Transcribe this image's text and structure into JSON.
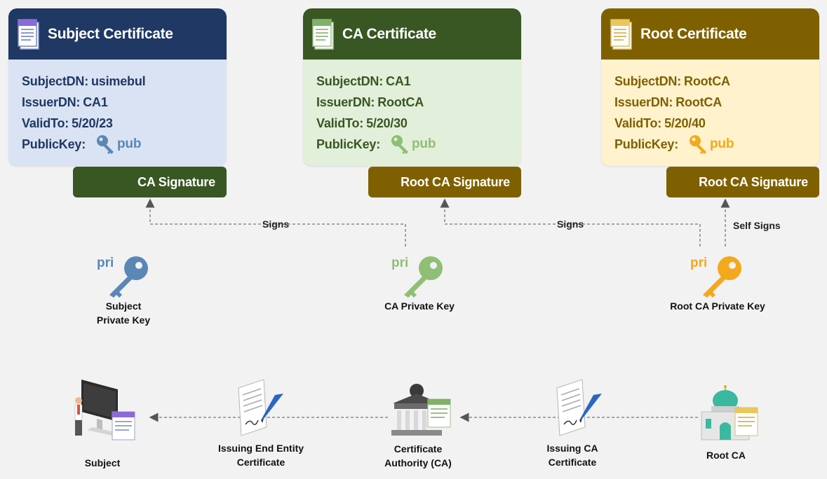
{
  "cards": [
    {
      "title": "Subject Certificate",
      "subject_dn_label": "SubjectDN:",
      "subject_dn": "usimebul",
      "issuer_dn_label": "IssuerDN:",
      "issuer_dn": "CA1",
      "valid_to_label": "ValidTo:",
      "valid_to": "5/20/23",
      "public_key_label": "PublicKey:",
      "pub_text": "pub",
      "signature": "CA Signature",
      "colors": {
        "header": "#1f3864",
        "body": "#dae3f3",
        "text": "#1f3864",
        "key": "#5b87b5",
        "sig": "#385723"
      }
    },
    {
      "title": "CA Certificate",
      "subject_dn_label": "SubjectDN:",
      "subject_dn": "CA1",
      "issuer_dn_label": "IssuerDN:",
      "issuer_dn": "RootCA",
      "valid_to_label": "ValidTo:",
      "valid_to": "5/20/30",
      "public_key_label": "PublicKey:",
      "pub_text": "pub",
      "signature": "Root CA Signature",
      "colors": {
        "header": "#385723",
        "body": "#e2efda",
        "text": "#385723",
        "key": "#8fbf74",
        "sig": "#7f6000"
      }
    },
    {
      "title": "Root Certificate",
      "subject_dn_label": "SubjectDN:",
      "subject_dn": "RootCA",
      "issuer_dn_label": "IssuerDN:",
      "issuer_dn": "RootCA",
      "valid_to_label": "ValidTo:",
      "valid_to": "5/20/40",
      "public_key_label": "PublicKey:",
      "pub_text": "pub",
      "signature": "Root CA Signature",
      "colors": {
        "header": "#7f6000",
        "body": "#fff2cc",
        "text": "#7f6000",
        "key": "#f4a81c",
        "sig": "#7f6000"
      }
    }
  ],
  "edge_labels": {
    "signs_1": "Signs",
    "signs_2": "Signs",
    "self_signs": "Self Signs"
  },
  "private_keys": [
    {
      "pri_text": "pri",
      "caption_line1": "Subject",
      "caption_line2": "Private Key",
      "color": "#5b87b5"
    },
    {
      "pri_text": "pri",
      "caption_line1": "CA Private Key",
      "color": "#8fbf74"
    },
    {
      "pri_text": "pri",
      "caption_line1": "Root CA Private Key",
      "color": "#f4a81c"
    }
  ],
  "flow": {
    "subject": "Subject",
    "issuing_end_entity_line1": "Issuing End Entity",
    "issuing_end_entity_line2": "Certificate",
    "ca_line1": "Certificate",
    "ca_line2": "Authority (CA)",
    "issuing_ca_line1": "Issuing CA",
    "issuing_ca_line2": "Certificate",
    "root_ca": "Root CA"
  },
  "icons": [
    "certificate-icon",
    "key-icon",
    "computer-user-icon",
    "signed-document-icon",
    "bank-building-icon",
    "mosque-building-icon"
  ]
}
